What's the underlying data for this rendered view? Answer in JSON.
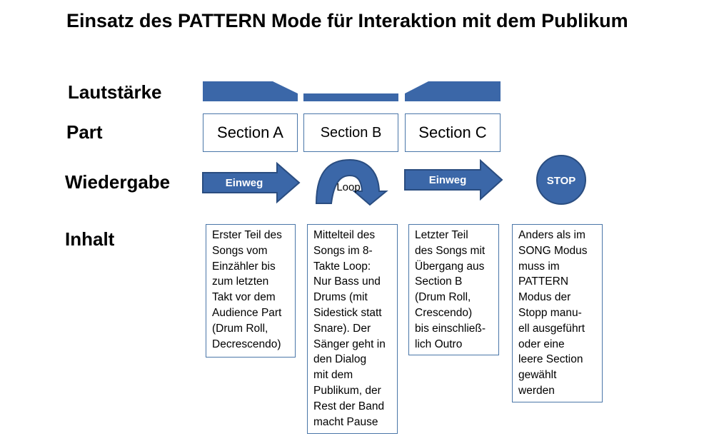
{
  "title": "Einsatz des PATTERN Mode für Interaktion mit dem Publikum",
  "row_labels": {
    "volume": "Lautstärke",
    "part": "Part",
    "playback": "Wiedergabe",
    "content": "Inhalt"
  },
  "sections": [
    "Section A",
    "Section B",
    "Section C"
  ],
  "playback": {
    "a": "Einweg",
    "b": "Loop",
    "c": "Einweg",
    "stop": "STOP"
  },
  "content": {
    "a": "Erster Teil des\nSongs vom\nEinzähler bis\nzum letzten\nTakt vor dem\nAudience Part\n(Drum Roll,\nDecrescendo)",
    "b": "Mittelteil des\nSongs im 8-\nTakte Loop:\nNur Bass und\nDrums (mit\nSidestick statt\nSnare). Der\nSänger geht in\nden Dialog\nmit dem\nPublikum, der\nRest der Band\nmacht Pause",
    "c": "Letzter Teil\ndes Songs mit\nÜbergang aus\nSection B\n(Drum Roll,\nCrescendo)\nbis einschließ-\nlich Outro",
    "stop": "Anders als im\nSONG Modus\nmuss im\nPATTERN\nModus der\nStopp manu-\nell ausgeführt\noder eine\nleere Section\ngewählt\nwerden"
  },
  "colors": {
    "fill": "#3b67a8",
    "stroke": "#2a4d80",
    "box_border": "#4a76a8"
  }
}
